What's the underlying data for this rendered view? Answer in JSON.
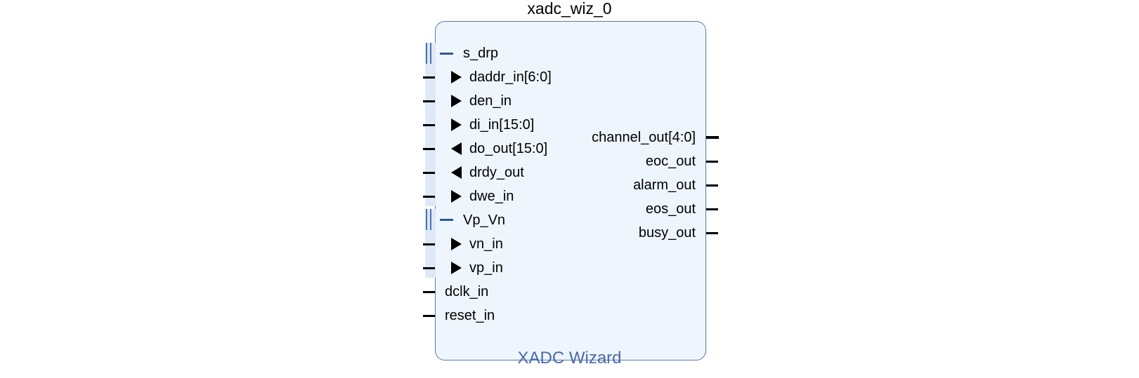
{
  "block": {
    "instance_name": "xadc_wiz_0",
    "type_name": "XADC Wizard"
  },
  "interfaces": [
    {
      "name": "s_drp",
      "ports": [
        {
          "name": "daddr_in[6:0]",
          "direction": "input"
        },
        {
          "name": "den_in",
          "direction": "input"
        },
        {
          "name": "di_in[15:0]",
          "direction": "input"
        },
        {
          "name": "do_out[15:0]",
          "direction": "output"
        },
        {
          "name": "drdy_out",
          "direction": "output"
        },
        {
          "name": "dwe_in",
          "direction": "input"
        }
      ]
    },
    {
      "name": "Vp_Vn",
      "ports": [
        {
          "name": "vn_in",
          "direction": "input"
        },
        {
          "name": "vp_in",
          "direction": "input"
        }
      ]
    }
  ],
  "left_ports": [
    {
      "name": "dclk_in"
    },
    {
      "name": "reset_in"
    }
  ],
  "right_ports": [
    {
      "name": "channel_out[4:0]"
    },
    {
      "name": "eoc_out"
    },
    {
      "name": "alarm_out"
    },
    {
      "name": "eos_out"
    },
    {
      "name": "busy_out"
    }
  ]
}
